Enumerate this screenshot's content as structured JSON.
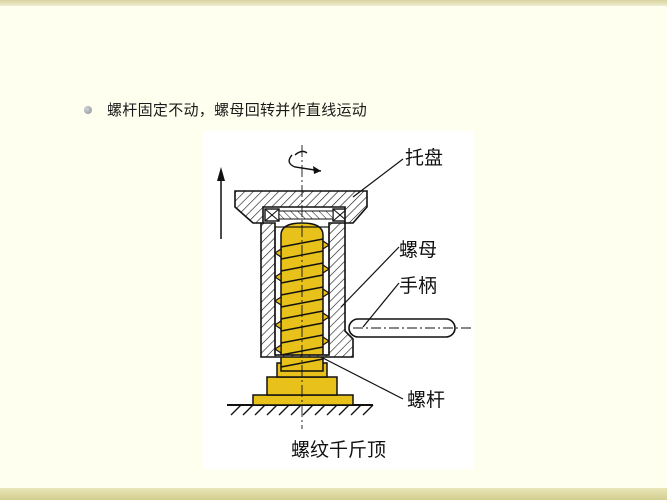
{
  "slide": {
    "bullet_text": "螺杆固定不动，螺母回转并作直线运动"
  },
  "figure": {
    "labels": {
      "tray": "托盘",
      "nut": "螺母",
      "handle": "手柄",
      "screw": "螺杆"
    },
    "caption": "螺纹千斤顶"
  },
  "colors": {
    "background": "#fffff0",
    "screw_gold": "#e8c21a",
    "line": "#111111"
  }
}
